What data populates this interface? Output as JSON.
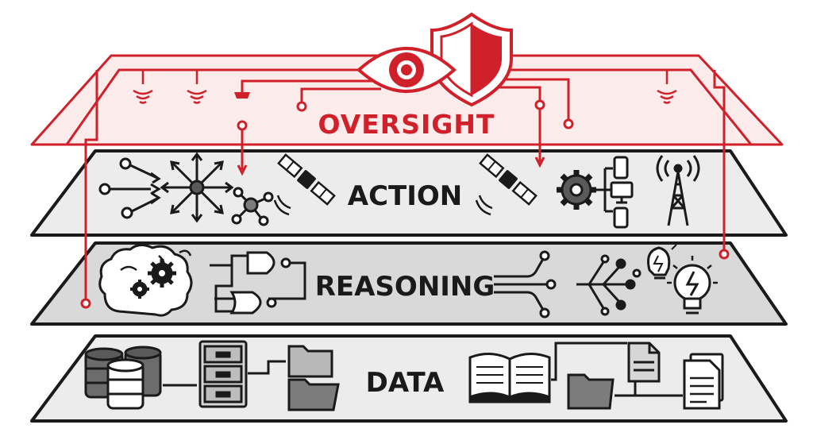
{
  "layers": {
    "oversight": {
      "label": "OVERSIGHT",
      "icons": [
        "eye-icon",
        "shield-icon",
        "wireless-sensor-icon",
        "probe-icon"
      ]
    },
    "action": {
      "label": "ACTION",
      "icons": [
        "branching-arrows-icon",
        "radiating-arrows-icon",
        "network-node-icon",
        "satellite-icon",
        "gear-devices-icon",
        "radio-tower-icon"
      ]
    },
    "reasoning": {
      "label": "REASONING",
      "icons": [
        "brain-gears-icon",
        "logic-gates-icon",
        "branching-lines-icon",
        "decision-tree-icon",
        "lightbulb-icon"
      ]
    },
    "data": {
      "label": "DATA",
      "icons": [
        "database-icon",
        "file-cabinet-icon",
        "folder-icon",
        "open-book-icon",
        "document-icon"
      ]
    }
  },
  "colors": {
    "oversight": "#d0202a",
    "oversight_fill": "#fbe8e8",
    "layer_fill_light": "#ececec",
    "layer_fill_mid": "#d6d6d6",
    "ink": "#1a1a1a"
  }
}
